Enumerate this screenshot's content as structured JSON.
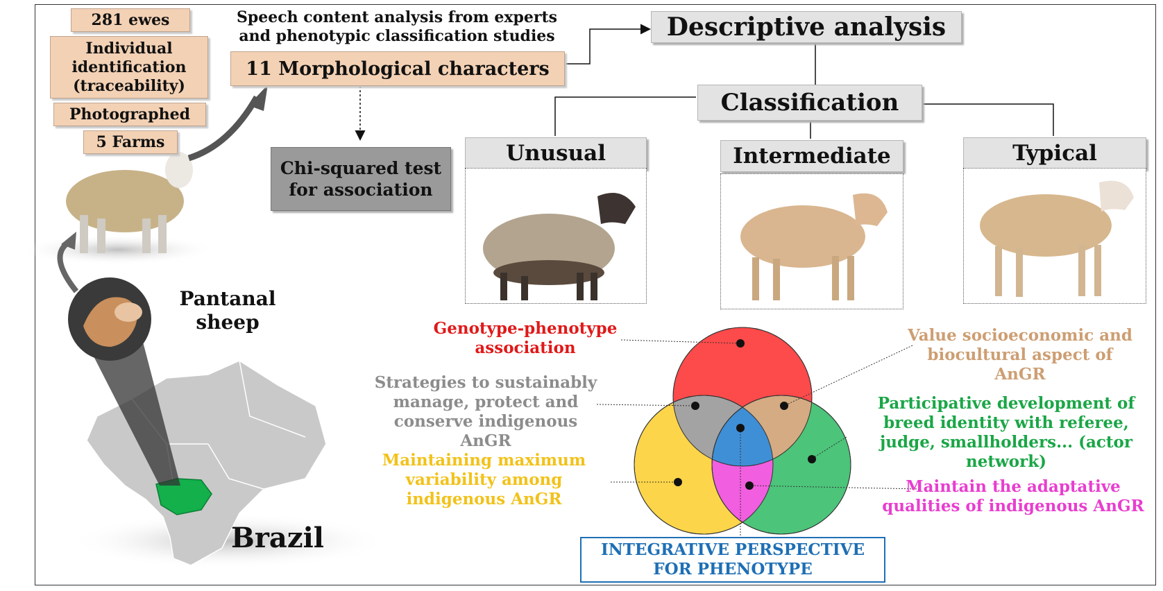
{
  "left_boxes": {
    "ewes": "281 ewes",
    "identification": "Individual identification (traceability)",
    "photographed": "Photographed",
    "farms": "5 Farms"
  },
  "speech_text": "Speech content analysis from experts and phenotypic classification studies",
  "morph_box": "11 Morphological characters",
  "chi_box": "Chi-squared test for association",
  "descriptive_box": "Descriptive analysis",
  "classification_box": "Classification",
  "categories": {
    "unusual": "Unusual",
    "intermediate": "Intermediate",
    "typical": "Typical"
  },
  "pantanal_label": "Pantanal sheep",
  "brazil_label": "Brazil",
  "venn_labels": {
    "genotype": "Genotype-phenotype association",
    "value": "Value socioeconomic and biocultural aspect of AnGR",
    "strategies": "Strategies to sustainably manage, protect and conserve indigenous AnGR",
    "participative": "Participative development of breed identity with referee, judge, smallholders... (actor network)",
    "maintaining": "Maintaining maximum variability among indigenous AnGR",
    "adaptative": "Maintain the adaptative qualities of indigenous AnGR"
  },
  "integrative_box": "INTEGRATIVE PERSPECTIVE FOR PHENOTYPE",
  "colors": {
    "red": "#fd4a4a",
    "yellow": "#fdd54a",
    "green": "#4cc47a",
    "tan": "#d4ab82",
    "grey_overlap": "#a3a3a3",
    "magenta": "#f25ee0",
    "center_blue": "#3f8fd6",
    "genotype_text": "#e01919",
    "value_text": "#cd9e72",
    "strategies_text": "#8c8c8c",
    "participative_text": "#1aa646",
    "maintaining_text": "#f2c21a",
    "adaptative_text": "#e83ecf",
    "integrative_text": "#1e6fb5"
  }
}
